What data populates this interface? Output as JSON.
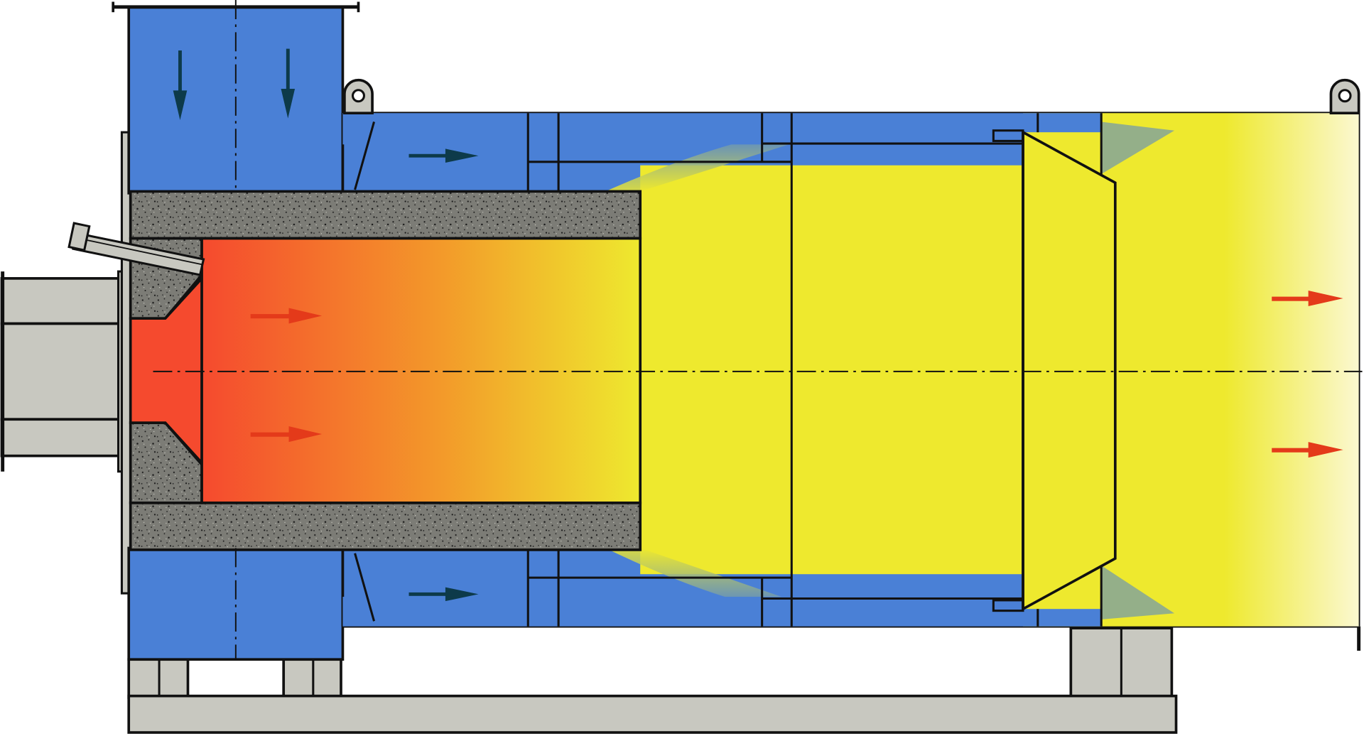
{
  "diagram": {
    "kind": "combustion-chamber cross-section",
    "labels": [],
    "colors": {
      "air_jacket": "#4a80d6",
      "refractory": "#7c7c76",
      "flame_hot": "#f54a2e",
      "flame_mid": "#f39a2a",
      "hot_gas": "#eee92e",
      "hot_gas_fade": "#fbf8d0",
      "steel_gray": "#c8c8c0",
      "outline": "#111111",
      "arrow_air": "#0d3a4a",
      "arrow_gas": "#e43a1a"
    },
    "flows": [
      {
        "name": "air-inlet-down",
        "direction": "down",
        "count": 2
      },
      {
        "name": "air-jacket-flow",
        "direction": "right",
        "count": 2
      },
      {
        "name": "flame-flow",
        "direction": "right",
        "count": 2
      },
      {
        "name": "hot-gas-outlet",
        "direction": "right",
        "count": 2
      }
    ]
  }
}
